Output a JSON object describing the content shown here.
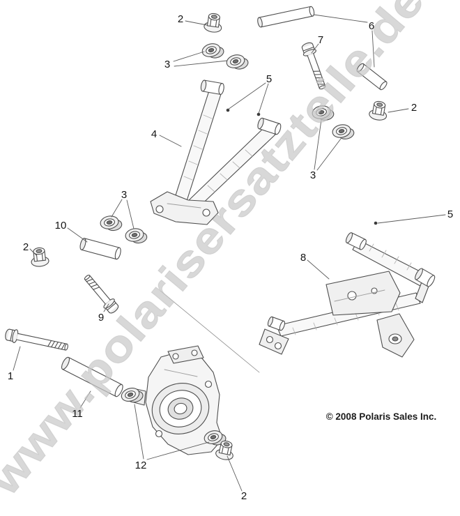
{
  "watermark": "www.polarisersatzteile.de",
  "copyright": "© 2008 Polaris Sales Inc.",
  "colors": {
    "line": "#4d4d4d",
    "watermark": "#c9c9c9",
    "background": "#ffffff"
  },
  "callouts": [
    "2",
    "6",
    "3",
    "7",
    "5",
    "2",
    "4",
    "3",
    "5",
    "3",
    "10",
    "2",
    "8",
    "9",
    "1",
    "11",
    "12",
    "2"
  ]
}
